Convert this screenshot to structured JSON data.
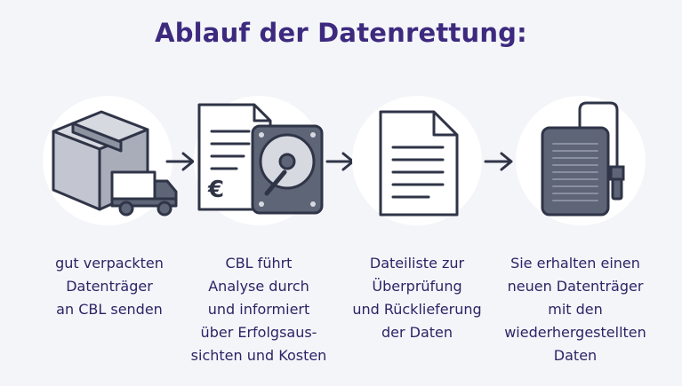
{
  "title": "Ablauf der Datenrettung:",
  "steps": [
    {
      "icon": "package-truck-icon",
      "lines": [
        "gut verpackten",
        "Datenträger",
        "an CBL senden"
      ]
    },
    {
      "icon": "document-harddrive-euro-icon",
      "lines": [
        "CBL führt",
        "Analyse durch",
        "und informiert",
        "über Erfolgsaus-",
        "sichten und Kosten"
      ]
    },
    {
      "icon": "file-list-icon",
      "lines": [
        "Dateiliste zur",
        "Überprüfung",
        "und Rücklieferung",
        "der Daten"
      ]
    },
    {
      "icon": "external-drive-icon",
      "lines": [
        "Sie erhalten einen",
        "neuen Datenträger",
        "mit den",
        "wiederhergestellten",
        "Daten"
      ]
    }
  ],
  "icons": {
    "currency_symbol": "€"
  },
  "colors": {
    "title": "#3d2a7e",
    "text": "#2c2466",
    "icon_stroke": "#2f3447",
    "drive_fill": "#5e6577",
    "background": "#f4f5f9"
  }
}
